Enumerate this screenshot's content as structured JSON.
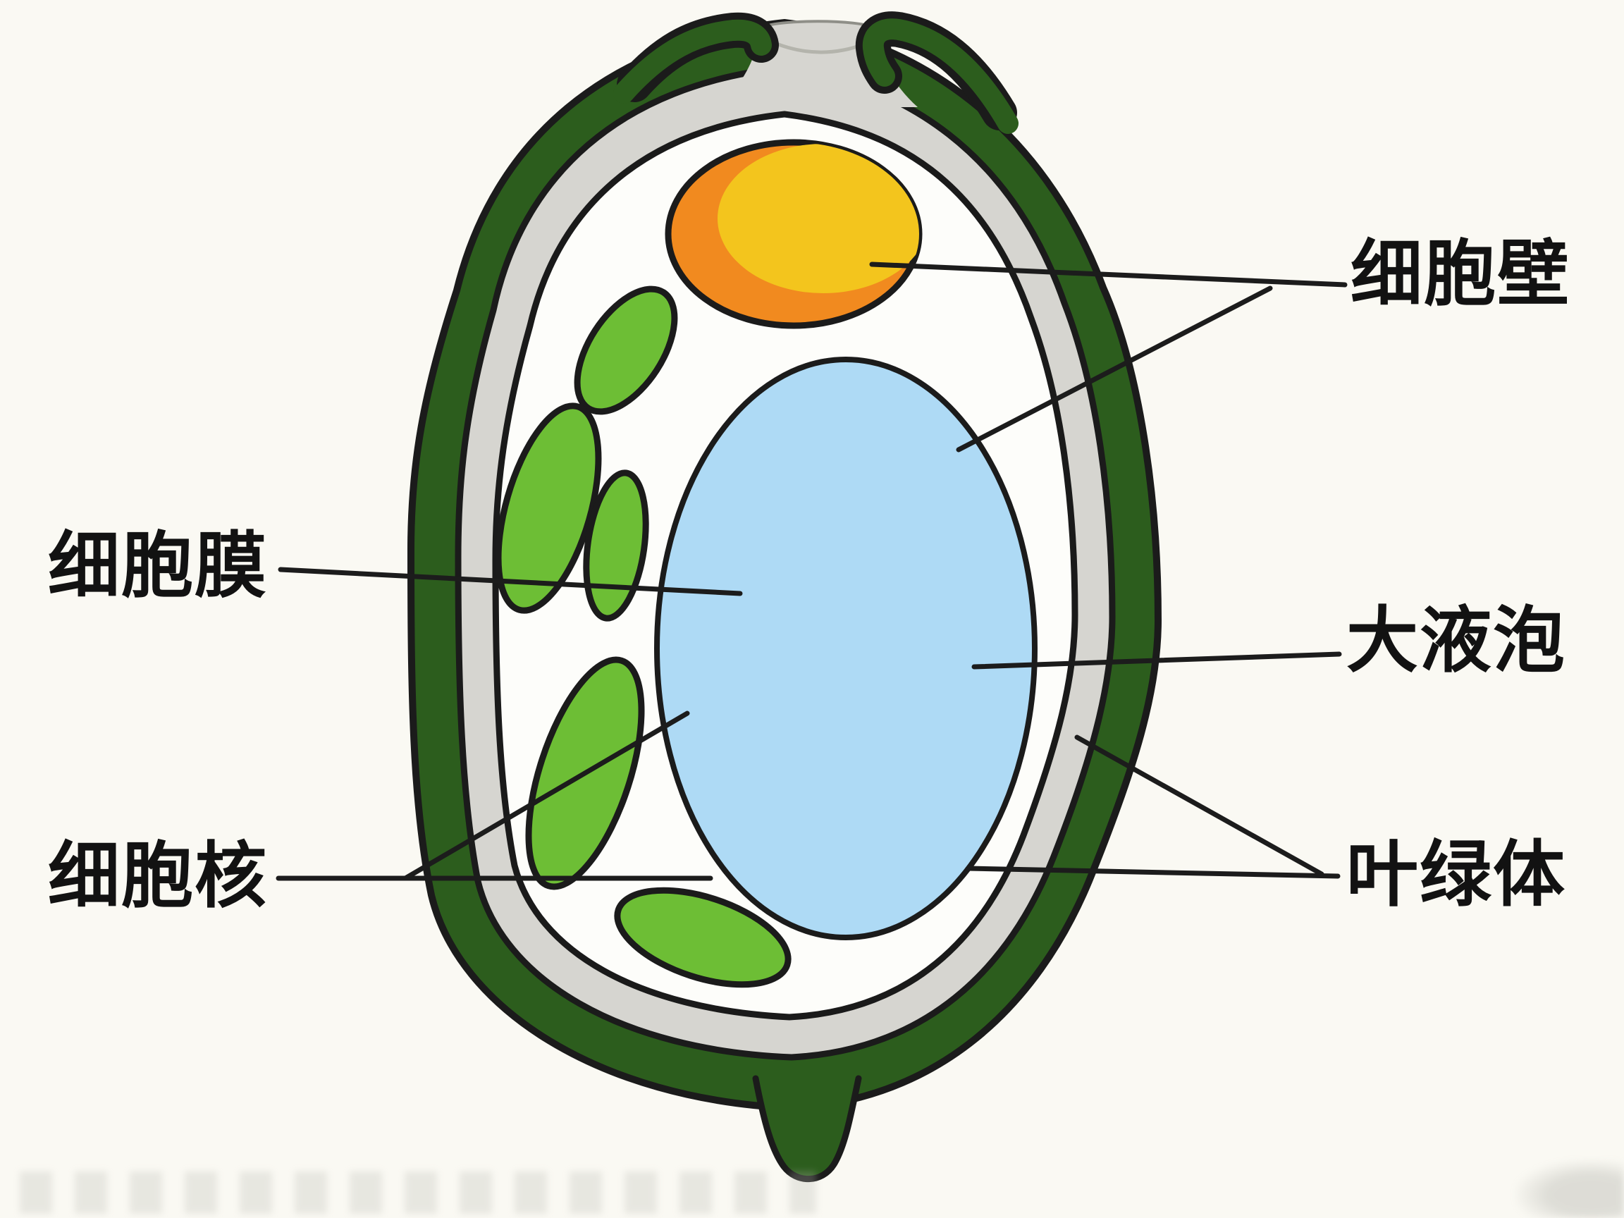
{
  "figure": {
    "title": "plant-cell-structure-diagram",
    "labels": {
      "cell_wall": "细胞壁",
      "cell_membrane": "细胞膜",
      "nucleus": "细胞核",
      "vacuole": "大液泡",
      "chloroplast": "叶绿体"
    },
    "parts": {
      "chloroplast_count": 5,
      "leader_lines": {
        "cell_wall": 2,
        "cell_membrane": 1,
        "nucleus": 2,
        "vacuole": 1,
        "chloroplast": 2
      }
    }
  },
  "colors": {
    "bg": "#faf9f3",
    "wall_green": "#2c5d1d",
    "band_gray": "#d6d5d0",
    "membrane_black": "#1a1a1a",
    "cytoplasm": "#fdfdfa",
    "nucleus_gold": "#f3c51d",
    "nucleus_orange": "#f18a1f",
    "vacuole_blue": "#aedaf5",
    "chloroplast_green": "#6dbe35",
    "outline": "#1b1b1b",
    "line_black": "#1c1c1c",
    "text_black": "#121212"
  }
}
